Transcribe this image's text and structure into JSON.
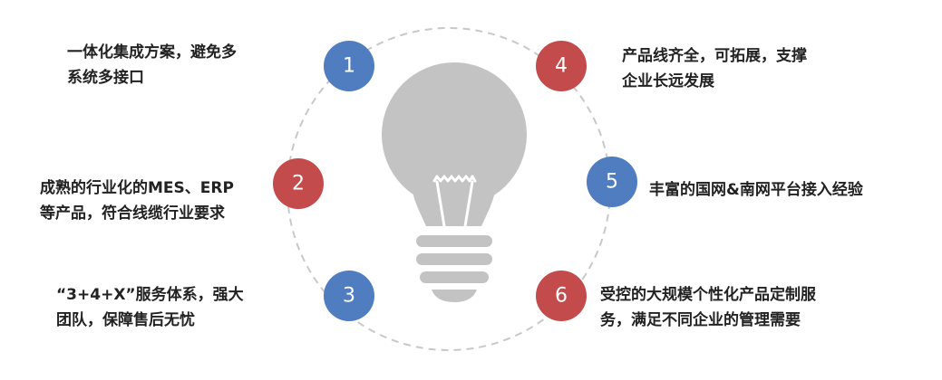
{
  "colors": {
    "blue_badge": "#4f7dc0",
    "red_badge": "#c34b4b",
    "bulb_gray": "#c3c3c3",
    "dashed_circle": "#c8c8c8",
    "text": "#222222"
  },
  "diagram": {
    "items": [
      {
        "number": "1",
        "text": "一体化集成方案，避免多\n系统多接口",
        "color": "blue"
      },
      {
        "number": "2",
        "text": "成熟的行业化的MES、ERP\n等产品，符合线缆行业要求",
        "color": "red"
      },
      {
        "number": "3",
        "text": "“3+4+X”服务体系，强大\n团队，保障售后无忧",
        "color": "blue"
      },
      {
        "number": "4",
        "text": "产品线齐全，可拓展，支撑\n企业长远发展",
        "color": "red"
      },
      {
        "number": "5",
        "text": "丰富的国网&南网平台接入经验",
        "color": "blue"
      },
      {
        "number": "6",
        "text": "受控的大规模个性化产品定制服\n务，满足不同企业的管理需要",
        "color": "red"
      }
    ],
    "center_icon": "lightbulb-icon"
  }
}
